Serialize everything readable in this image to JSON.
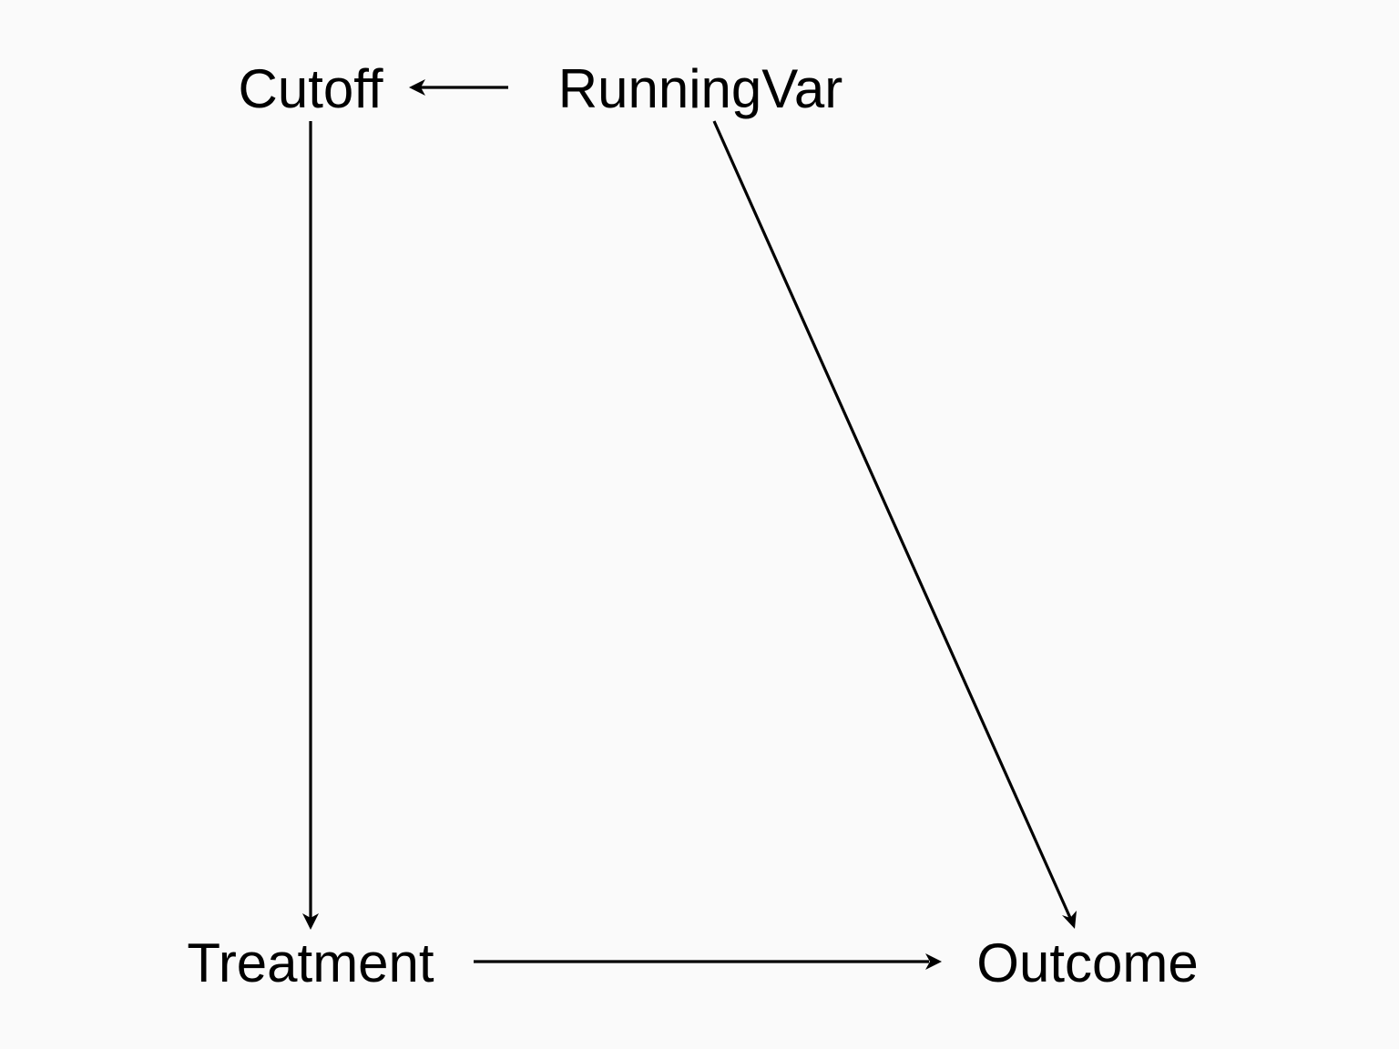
{
  "diagram": {
    "type": "directed-acyclic-graph",
    "background_color": "#fafafa",
    "line_color": "#000000",
    "nodes": [
      {
        "id": "cutoff",
        "label": "Cutoff"
      },
      {
        "id": "runningvar",
        "label": "RunningVar"
      },
      {
        "id": "treatment",
        "label": "Treatment"
      },
      {
        "id": "outcome",
        "label": "Outcome"
      }
    ],
    "edges": [
      {
        "from": "runningvar",
        "to": "cutoff"
      },
      {
        "from": "cutoff",
        "to": "treatment"
      },
      {
        "from": "runningvar",
        "to": "outcome"
      },
      {
        "from": "treatment",
        "to": "outcome"
      }
    ]
  }
}
